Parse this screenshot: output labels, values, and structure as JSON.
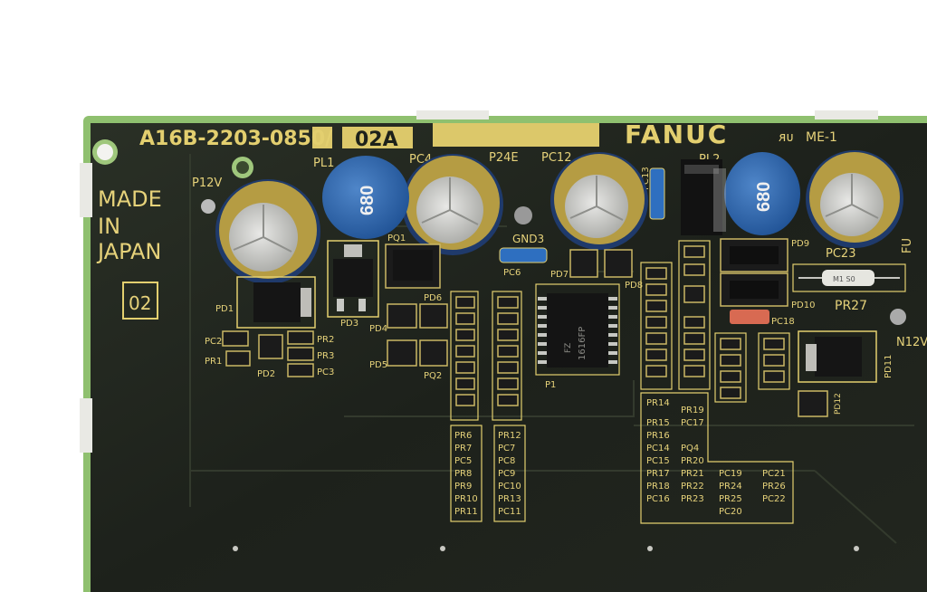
{
  "board": {
    "part_number": "A16B-2203-0850/",
    "revision": "02A",
    "brand": "FANUC",
    "cert_mark": "ᴙᴜ",
    "me_label": "ME-1",
    "made_in": [
      "MADE",
      "IN",
      "JAPAN"
    ],
    "rev_box": "02"
  },
  "refdes": {
    "p12v": "P12V",
    "pl1": "PL1",
    "pc4": "PC4",
    "p24e": "P24E",
    "pc12": "PC12",
    "pc13": "PC13",
    "pl2": "PL2",
    "gnd3": "GND3",
    "pd1": "PD1",
    "pd2": "PD2",
    "pd3": "PD3",
    "pd4": "PD4",
    "pd5": "PD5",
    "pd6": "PD6",
    "pd7": "PD7",
    "pd8": "PD8",
    "pd9": "PD9",
    "pd10": "PD10",
    "pd11": "PD11",
    "pd12": "PD12",
    "pq1": "PQ1",
    "pq2": "PQ2",
    "pc2": "PC2",
    "pr1": "PR1",
    "pr2": "PR2",
    "pr3": "PR3",
    "pc3": "PC3",
    "pc6": "PC6",
    "p1": "P1",
    "pc18": "PC18",
    "pr27": "PR27",
    "pc23": "PC23",
    "fu": "FU",
    "n12v": "N12V"
  },
  "components": {
    "cap_value": "680",
    "ic_marking": [
      "1616FP",
      "FZ"
    ],
    "resistor_marking": "M1 S0"
  },
  "ref_tables": {
    "col1": [
      "PR6",
      "PR7",
      "PC5",
      "PR8",
      "PR9",
      "PR10",
      "PR11"
    ],
    "col2": [
      "PR12",
      "PC7",
      "PC8",
      "PC9",
      "PC10",
      "PR13",
      "PC11"
    ],
    "col3": [
      "PR14",
      "PR15",
      "PR16",
      "PC14",
      "PC15",
      "PR17",
      "PR18",
      "PC16"
    ],
    "col4": [
      "PR19",
      "PC17",
      "PQ4",
      "PR20",
      "PR21",
      "PR22",
      "PR23"
    ],
    "col5": [
      "PC19",
      "PR24",
      "PR25",
      "PC20"
    ],
    "col6": [
      "PC21",
      "PR26",
      "PC22"
    ]
  }
}
